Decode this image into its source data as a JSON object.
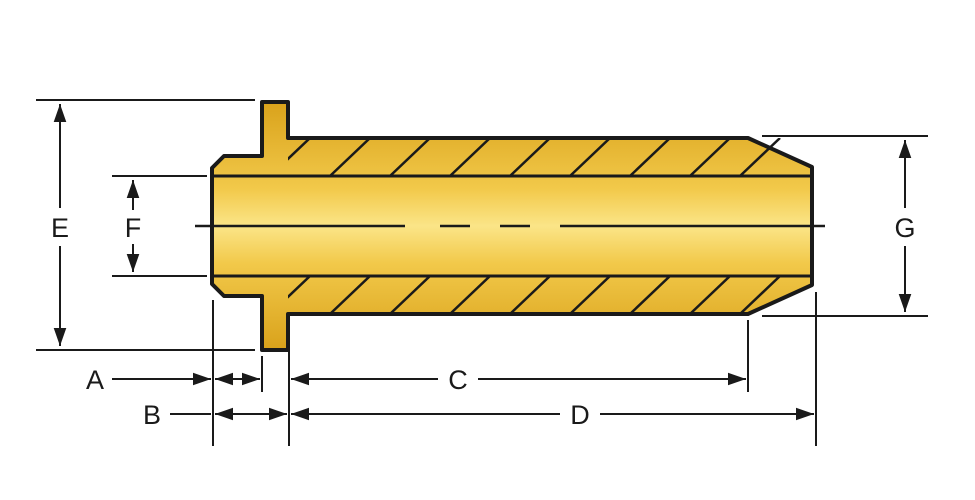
{
  "diagram": {
    "labels": {
      "A": "A",
      "B": "B",
      "C": "C",
      "D": "D",
      "E": "E",
      "F": "F",
      "G": "G"
    },
    "colors": {
      "body_gradient_light": "#fbe588",
      "body_gradient_mid": "#f2c94a",
      "body_gradient_dark": "#d9a21b",
      "outline": "#1a1a1a",
      "dimension_line": "#1a1a1a",
      "background": "#ffffff"
    }
  }
}
